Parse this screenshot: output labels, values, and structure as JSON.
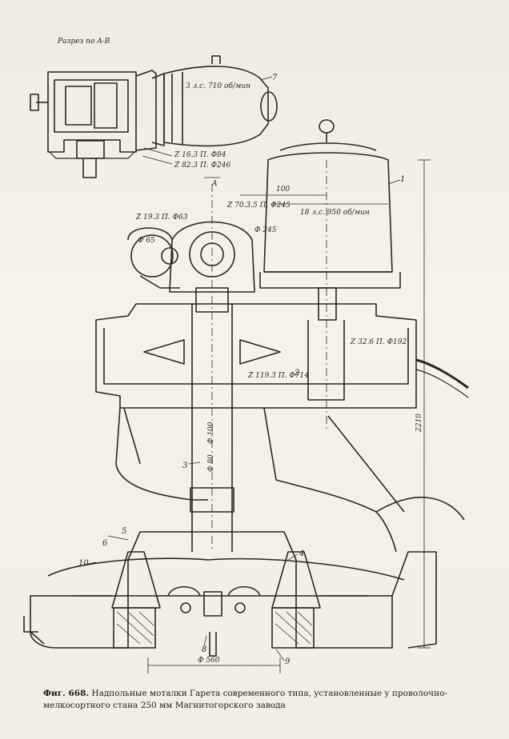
{
  "section_title": "Разрез по A-B",
  "section_letter": "A",
  "labels": {
    "motor_small": "3 л.с. 710 об/мин",
    "motor_big": "18 л.с. 950 об/мин",
    "gear1": "Z 16.3 П. Ф84",
    "gear2": "Z 82.3 П. Ф246",
    "gear3": "Z 19.3 П. Ф63",
    "gear4": "Z 70.3.5 П. Ф245",
    "gear5": "Z 32.6 П. Ф192",
    "gear6": "Z 119.3 П. Ф714",
    "dim_top": "100",
    "dim_left": "Ф 65",
    "dim_right": "Ф 245",
    "dim_height": "2210",
    "dim_bottom": "Ф 560",
    "shaft1": "Ф 100",
    "shaft2": "Ф 80"
  },
  "callouts": [
    "1",
    "2",
    "3",
    "4",
    "5",
    "6",
    "7",
    "8",
    "9",
    "10"
  ],
  "caption": {
    "fig": "Фиг. 668.",
    "text": "Надпольные моталки Гарета современного типа, установленные у проволочно-мелкосортного стана 250 мм Магнитогорского завода"
  }
}
